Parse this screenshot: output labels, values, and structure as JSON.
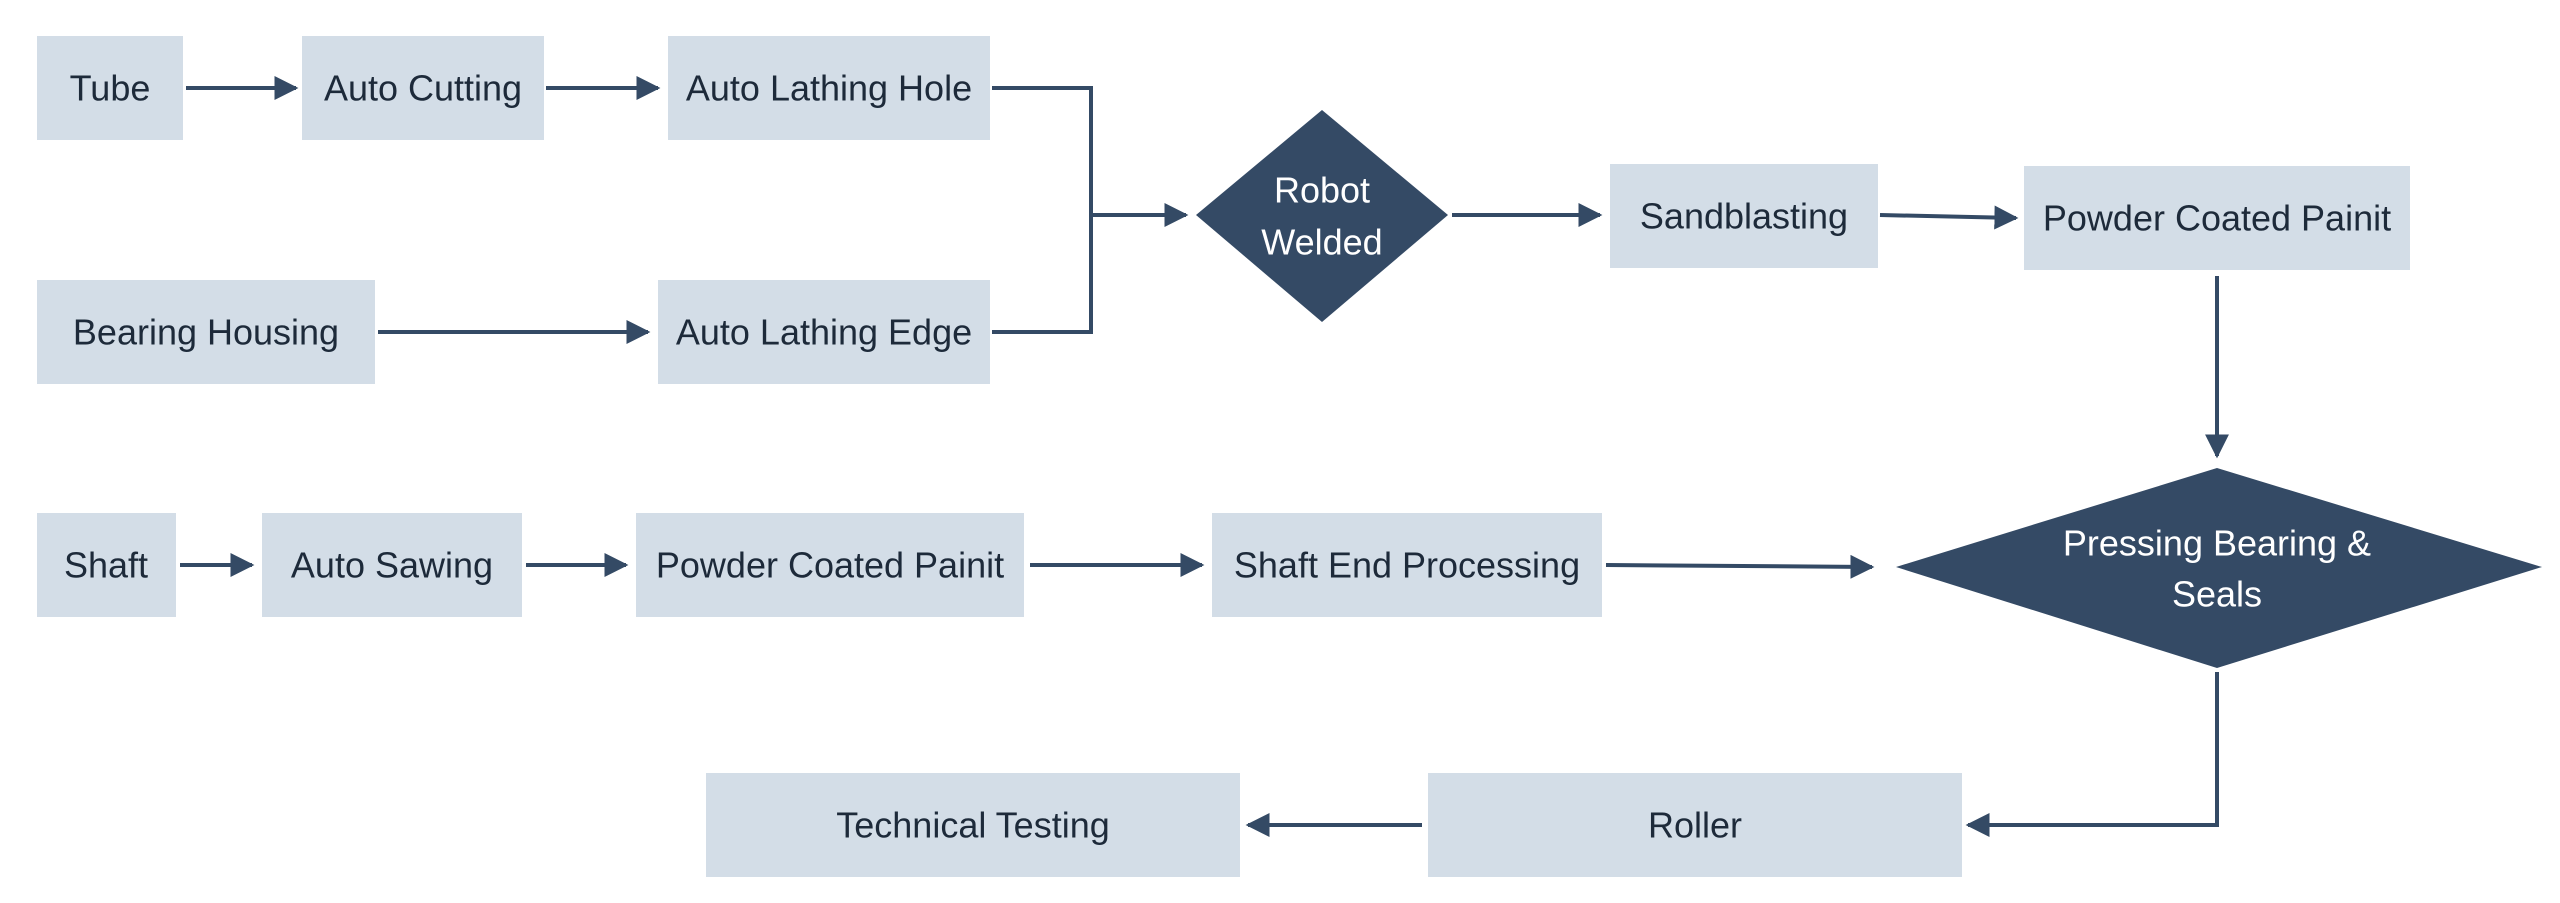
{
  "nodes": {
    "tube": "Tube",
    "auto_cutting": "Auto Cutting",
    "auto_lathing_hole": "Auto Lathing Hole",
    "bearing_housing": "Bearing Housing",
    "auto_lathing_edge": "Auto Lathing Edge",
    "robot_welded": [
      "Robot",
      "Welded"
    ],
    "sandblasting": "Sandblasting",
    "powder_coated_painit_top": "Powder Coated Painit",
    "shaft": "Shaft",
    "auto_sawing": "Auto Sawing",
    "powder_coated_painit_shaft": "Powder Coated Painit",
    "shaft_end_processing": "Shaft End Processing",
    "pressing_bearing_seals": [
      "Pressing Bearing &",
      "Seals"
    ],
    "roller": "Roller",
    "technical_testing": "Technical Testing"
  },
  "edges": [
    {
      "from": "tube",
      "to": "auto_cutting"
    },
    {
      "from": "auto_cutting",
      "to": "auto_lathing_hole"
    },
    {
      "from": "auto_lathing_hole",
      "to": "robot_welded"
    },
    {
      "from": "bearing_housing",
      "to": "auto_lathing_edge"
    },
    {
      "from": "auto_lathing_edge",
      "to": "robot_welded"
    },
    {
      "from": "robot_welded",
      "to": "sandblasting"
    },
    {
      "from": "sandblasting",
      "to": "powder_coated_painit_top"
    },
    {
      "from": "powder_coated_painit_top",
      "to": "pressing_bearing_seals"
    },
    {
      "from": "shaft",
      "to": "auto_sawing"
    },
    {
      "from": "auto_sawing",
      "to": "powder_coated_painit_shaft"
    },
    {
      "from": "powder_coated_painit_shaft",
      "to": "shaft_end_processing"
    },
    {
      "from": "shaft_end_processing",
      "to": "pressing_bearing_seals"
    },
    {
      "from": "pressing_bearing_seals",
      "to": "roller"
    },
    {
      "from": "roller",
      "to": "technical_testing"
    }
  ],
  "colors": {
    "box_fill": "#d3dde7",
    "diamond_fill": "#344a65",
    "edge": "#344a65",
    "box_text": "#1d2a3a",
    "diamond_text": "#ffffff"
  }
}
